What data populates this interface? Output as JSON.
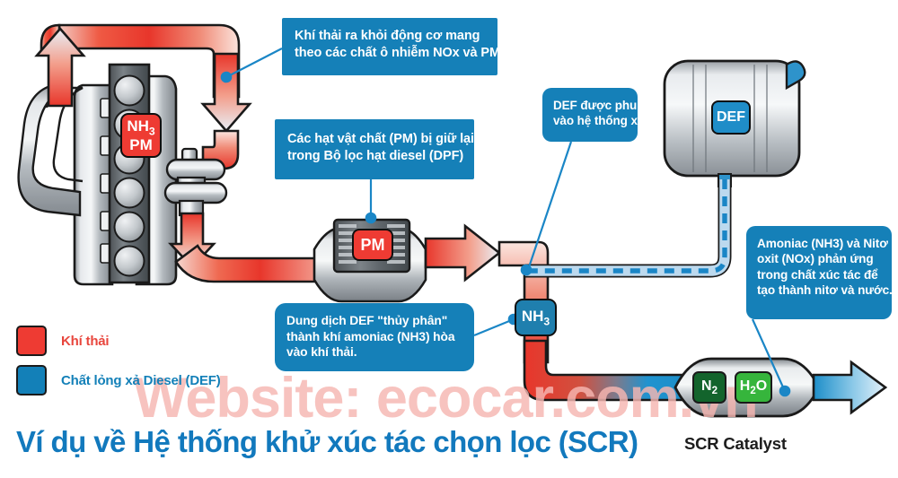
{
  "diagram": {
    "title": "Ví dụ về Hệ thống khử xúc tác chọn lọc (SCR)",
    "scr_label": "SCR Catalyst",
    "watermark": "Website: ecocar.com.vn"
  },
  "colors": {
    "callout_blue": "#1580b8",
    "title_blue": "#1279bd",
    "exhaust_red": "#ee3b33",
    "def_blue": "#1f8dc8",
    "nitrogen_green": "#13642c",
    "water_green": "#36b53c",
    "watermark_pink": "#f6b7b2",
    "metal_grey": "#b9bdc0",
    "outline": "#1a1a1a"
  },
  "callouts": [
    {
      "id": "exhaust",
      "lines": [
        "Khí thải ra khỏi động cơ mang",
        "theo các chất ô nhiễm NOx và PM"
      ]
    },
    {
      "id": "dpf",
      "lines": [
        "Các hạt vật chất (PM) bị giữ lại",
        "trong Bộ lọc hạt diesel (DPF)"
      ]
    },
    {
      "id": "def_inject",
      "lines": [
        "DEF được phun",
        "vào hệ thống xả."
      ]
    },
    {
      "id": "hydrolysis",
      "lines": [
        "Dung dịch DEF \"thủy phân\"",
        "thành khí amoniac (NH3) hòa",
        "vào khí thải."
      ]
    },
    {
      "id": "reaction",
      "lines": [
        "Amoniac (NH3) và Nitơ",
        "oxit (NOx) phản ứng",
        "trong chất xúc tác để",
        "tạo thành nitơ và nước."
      ]
    }
  ],
  "legend": {
    "items": [
      {
        "label": "Khí thải",
        "color": "#ee3b33",
        "text_color": "#e8463d"
      },
      {
        "label": "Chất lỏng xả Diesel (DEF)",
        "color": "#1380b8",
        "text_color": "#1380b8"
      }
    ]
  },
  "badges": {
    "engine": {
      "line1": "NH",
      "line1_sub": "3",
      "line2": "PM"
    },
    "dpf": {
      "label": "PM"
    },
    "tank": {
      "label": "DEF"
    },
    "injector": {
      "label": "NH",
      "sub": "3"
    },
    "catalyst_n2": {
      "label": "N",
      "sub": "2"
    },
    "catalyst_h2o": {
      "label": "H",
      "sub": "2",
      "tail": "O"
    }
  }
}
